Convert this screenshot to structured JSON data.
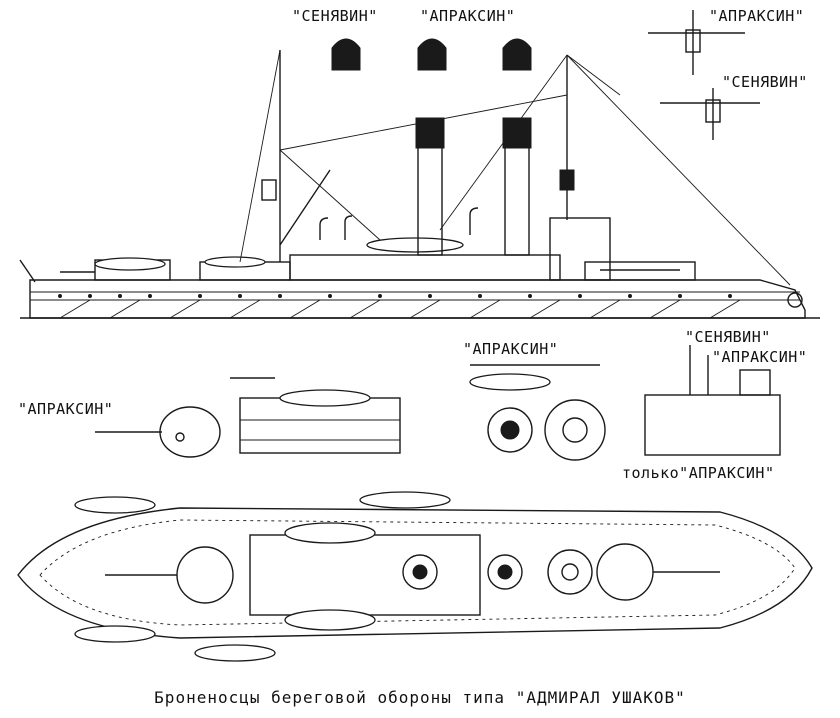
{
  "labels": {
    "elevation_senyavin": "\"СЕНЯВИН\"",
    "elevation_apraksin": "\"АПРАКСИН\"",
    "mast_apraksin": "\"АПРАКСИН\"",
    "mast_senyavin": "\"СЕНЯВИН\"",
    "turret_apraksin": "\"АПРАКСИН\"",
    "bow_detail_apraksin": "\"АПРАКСИН\"",
    "stern_senyavin": "\"СЕНЯВИН\"",
    "stern_apraksin": "\"АПРАКСИН\"",
    "only_apraksin": "только\"АПРАКСИН\""
  },
  "caption": "Броненосцы береговой обороны типа \"АДМИРАЛ УШАКОВ\""
}
